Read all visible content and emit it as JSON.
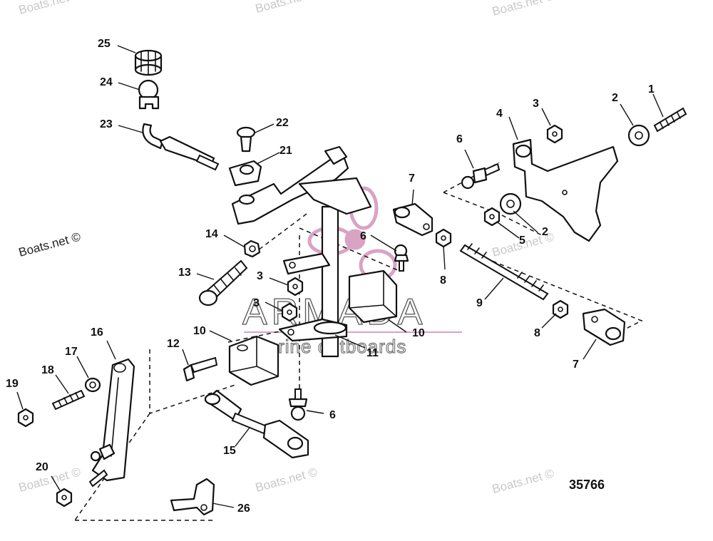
{
  "watermark_text": "Boats.net ©",
  "brand_logo": {
    "name": "ARMADA",
    "tagline": "marine outboards",
    "color": "#d9a3c4"
  },
  "diagram_number": "35766",
  "callouts": [
    "1",
    "2",
    "3",
    "4",
    "5",
    "6",
    "7",
    "8",
    "9",
    "10",
    "11",
    "12",
    "13",
    "14",
    "15",
    "16",
    "17",
    "18",
    "19",
    "20",
    "21",
    "22",
    "23",
    "24",
    "25",
    "26"
  ]
}
